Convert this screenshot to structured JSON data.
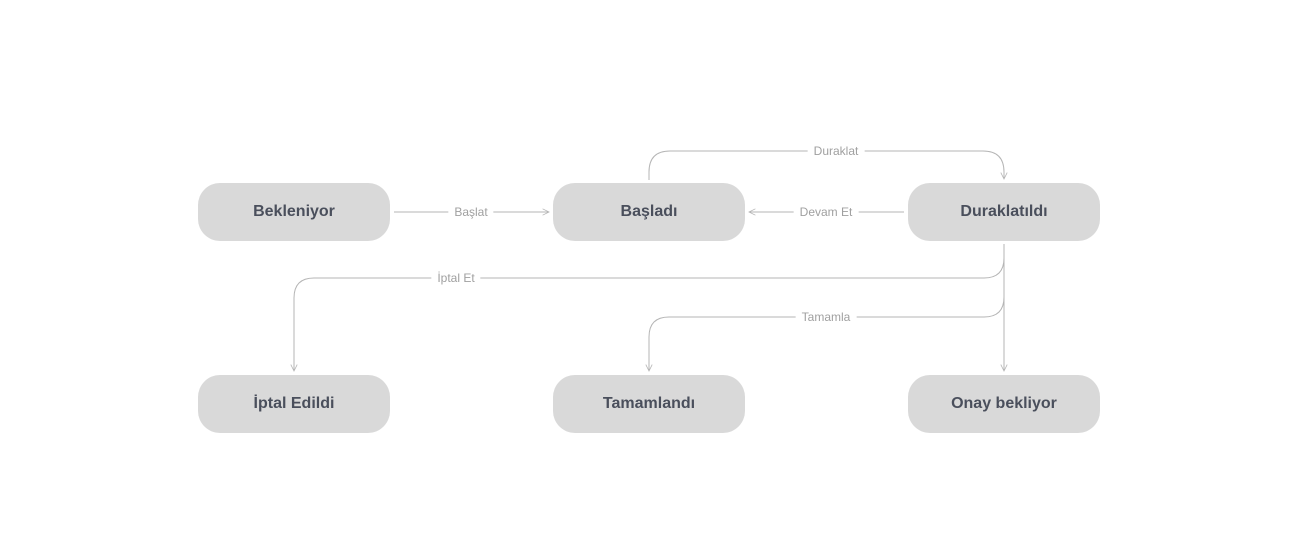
{
  "diagram": {
    "states": {
      "bekleniyor": "Bekleniyor",
      "basladi": "Başladı",
      "duraklatildi": "Duraklatıldı",
      "iptal_edildi": "İptal Edildi",
      "tamamlandi": "Tamamlandı",
      "onay_bekliyor": "Onay bekliyor"
    },
    "transitions": {
      "baslat": "Başlat",
      "duraklat": "Duraklat",
      "devam_et": "Devam Et",
      "iptal_et": "İptal Et",
      "tamamla": "Tamamla"
    },
    "colors": {
      "node_fill": "#d9d9d9",
      "node_text": "#4a4f5c",
      "edge": "#b5b5b5",
      "edge_label": "#a0a0a0"
    }
  }
}
